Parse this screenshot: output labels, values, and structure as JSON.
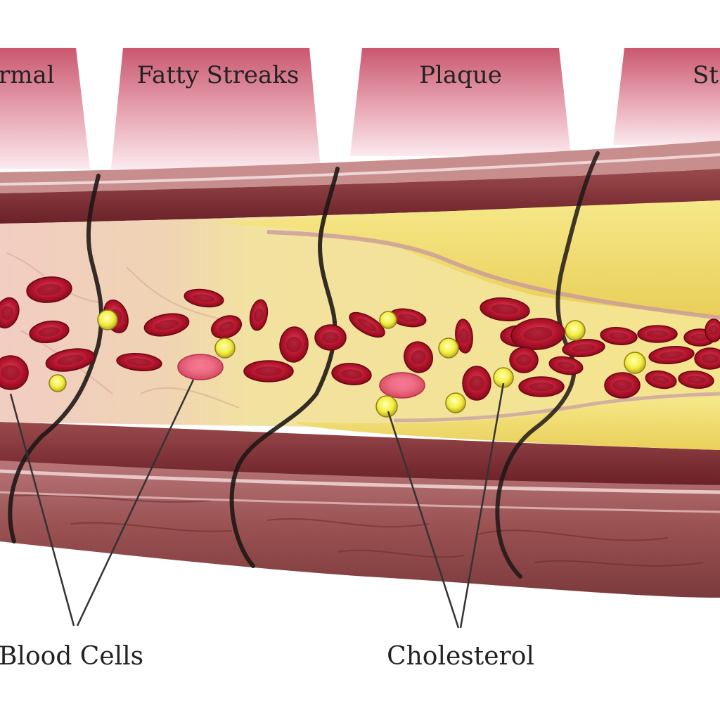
{
  "stages": [
    {
      "label": "rmal"
    },
    {
      "label": "Fatty Streaks"
    },
    {
      "label": "Plaque"
    },
    {
      "label": "St"
    }
  ],
  "callouts": {
    "blood_cells": "Blood Cells",
    "cholesterol": "Cholesterol"
  },
  "colors": {
    "tab_top": "#c9576f",
    "tab_bottom": "#fbe9ee",
    "outer_wall": "#7d2f34",
    "media": "#b95f62",
    "intima_pink": "#e9b7b0",
    "plaque_yellow": "#f2dd74",
    "red_cell": "#b3142c",
    "cholesterol": "#f4ee40"
  }
}
